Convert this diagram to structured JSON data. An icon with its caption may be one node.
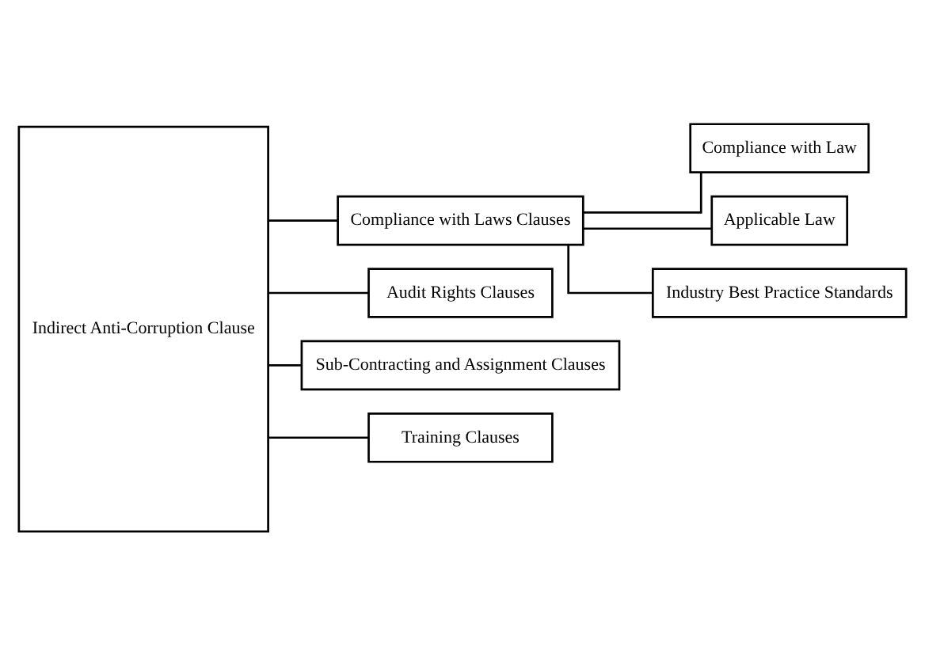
{
  "diagram": {
    "nodes": [
      {
        "text": [
          "Indirect Anti-Corruption Clause"
        ]
      },
      {
        "text": [
          "Compliance with Laws Clauses"
        ]
      },
      {
        "text": [
          "Audit Rights Clauses"
        ]
      },
      {
        "text": [
          "Sub-Contracting and Assignment Clauses"
        ]
      },
      {
        "text": [
          "Training Clauses"
        ]
      },
      {
        "text": [
          "Compliance with Law"
        ]
      },
      {
        "text": [
          "Applicable Law"
        ]
      },
      {
        "text": [
          "Industry Best Practice Standards"
        ]
      }
    ],
    "edges": [
      {
        "from": 0,
        "to": 1,
        "arrow": "none"
      },
      {
        "from": 0,
        "to": 2,
        "arrow": "none"
      },
      {
        "from": 0,
        "to": 3,
        "arrow": "none"
      },
      {
        "from": 0,
        "to": 4,
        "arrow": "none"
      },
      {
        "from": 1,
        "to": 5,
        "arrow": "none"
      },
      {
        "from": 1,
        "to": 6,
        "arrow": "none"
      },
      {
        "from": 1,
        "to": 7,
        "arrow": "none"
      }
    ]
  }
}
